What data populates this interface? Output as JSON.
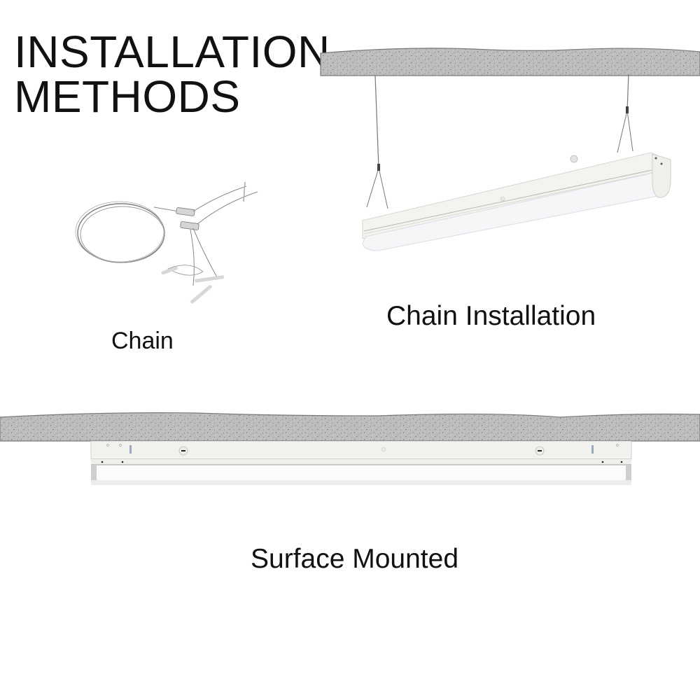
{
  "header": {
    "title_line1": "INSTALLATION",
    "title_line2": "METHODS"
  },
  "sections": {
    "chain_accessory": {
      "label": "Chain",
      "icon": "suspension-cable-kit-icon"
    },
    "chain_installation": {
      "label": "Chain Installation",
      "icon": "suspended-strip-light-icon"
    },
    "surface_mounted": {
      "label": "Surface Mounted",
      "icon": "surface-mounted-strip-light-icon"
    }
  },
  "colors": {
    "ceiling_fill": "#b9b9b9",
    "ceiling_edge": "#7a7a7a",
    "fixture_body": "#f1f1ee",
    "fixture_lens": "#fafafa",
    "text": "#111111"
  }
}
